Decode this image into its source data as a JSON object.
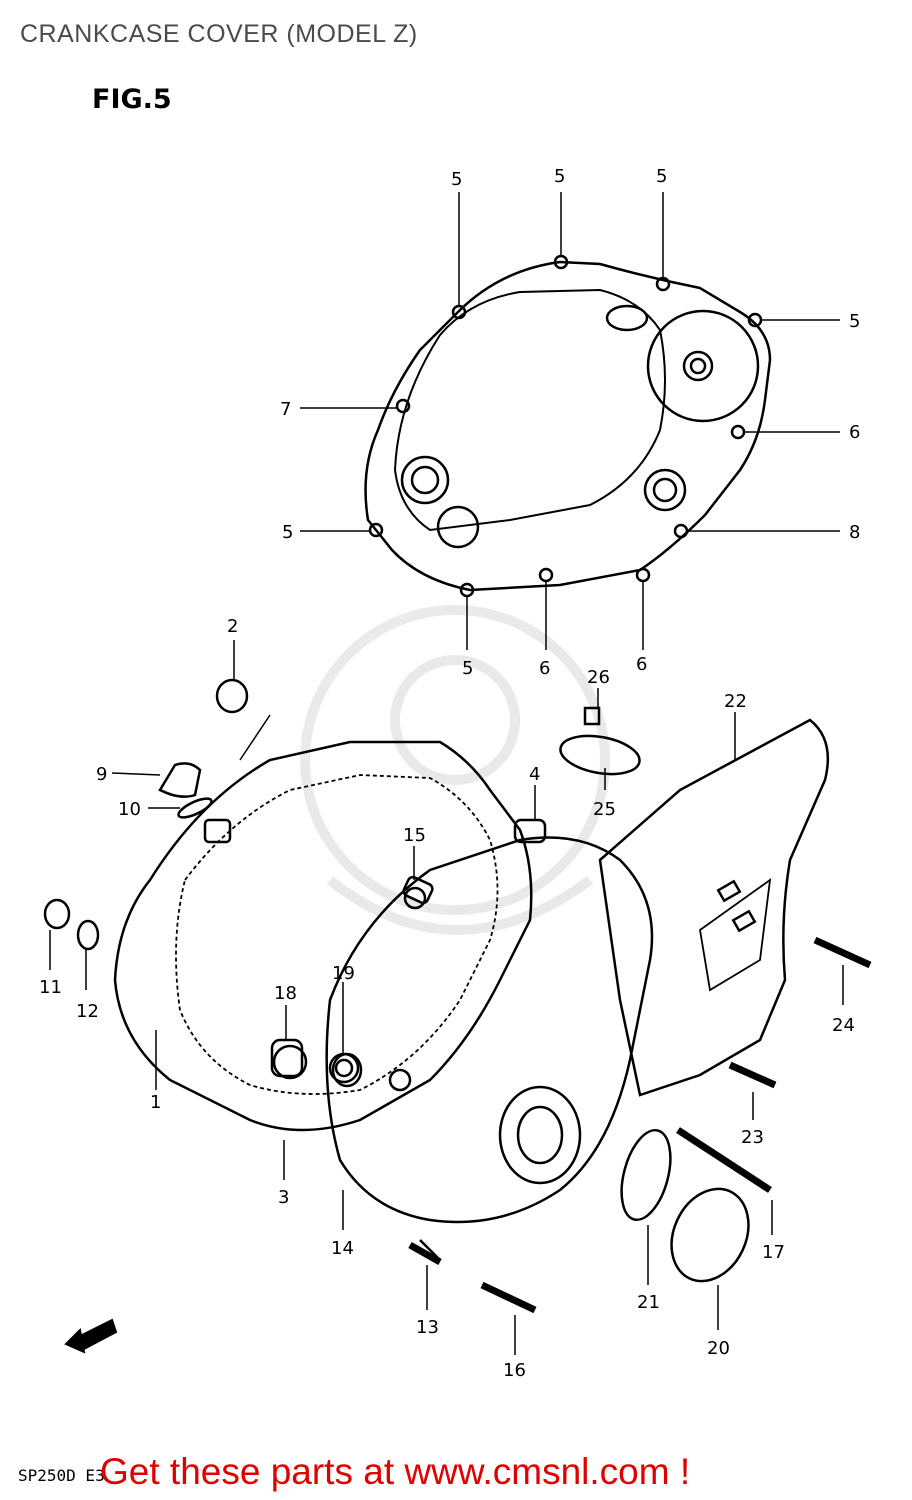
{
  "page_title": "CRANKCASE COVER (MODEL Z)",
  "figure_label": "FIG.5",
  "promo_text": "Get these parts at www.cmsnl.com !",
  "diagram_code": "SP250D E3",
  "colors": {
    "title": "#4a4a4a",
    "promo": "#e00000",
    "line": "#000000"
  },
  "callouts": [
    "5",
    "5",
    "5",
    "5",
    "7",
    "6",
    "5",
    "8",
    "5",
    "6",
    "6",
    "2",
    "26",
    "22",
    "9",
    "4",
    "10",
    "15",
    "25",
    "11",
    "12",
    "19",
    "18",
    "24",
    "1",
    "23",
    "3",
    "14",
    "17",
    "13",
    "21",
    "16",
    "20"
  ],
  "direction_marker": "FWD"
}
